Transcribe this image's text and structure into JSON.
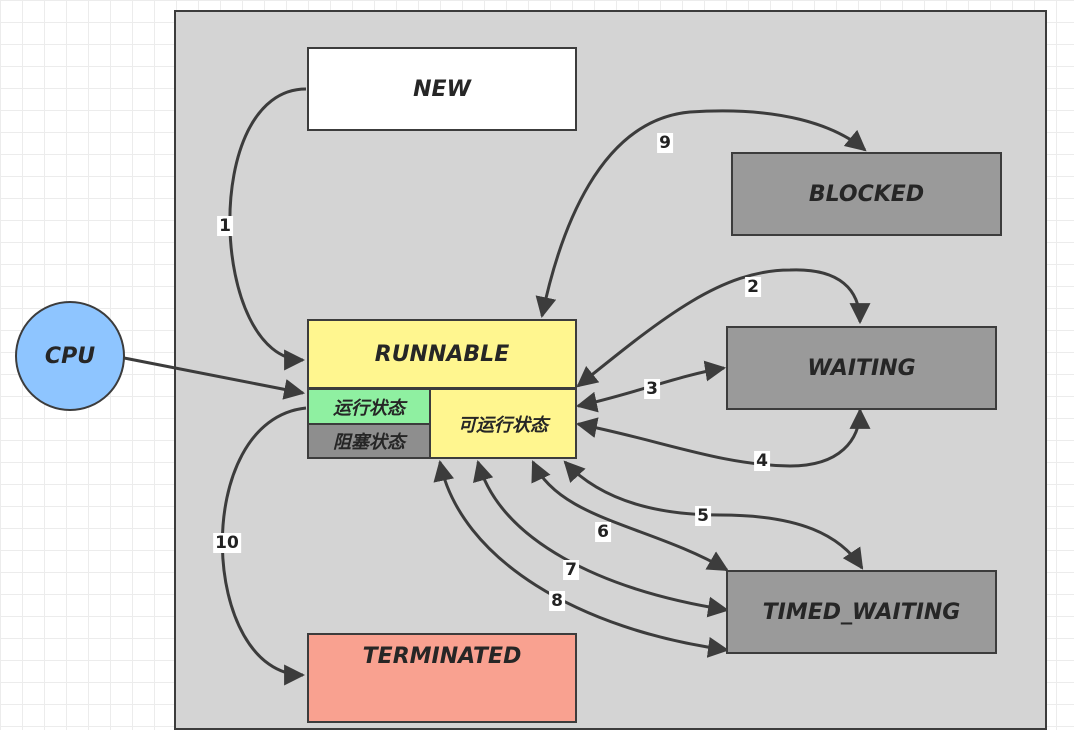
{
  "states": {
    "new": "NEW",
    "blocked": "BLOCKED",
    "waiting": "WAITING",
    "runnable": "RUNNABLE",
    "running": "运行状态",
    "blocking": "阻塞状态",
    "ready": "可运行状态",
    "timed_waiting": "TIMED_WAITING",
    "terminated": "TERMINATED"
  },
  "cpu": "CPU",
  "edges": [
    "1",
    "2",
    "3",
    "4",
    "5",
    "6",
    "7",
    "8",
    "9",
    "10"
  ],
  "colors": {
    "new": "#ffffff",
    "blocked": "#9a9a9a",
    "waiting": "#9a9a9a",
    "timed_waiting": "#9a9a9a",
    "runnable": "#fff68f",
    "running": "#8ff0a1",
    "blocking": "#8e8e8e",
    "terminated": "#f9a190",
    "cpu": "#8ec5ff",
    "container": "#d4d4d4"
  }
}
